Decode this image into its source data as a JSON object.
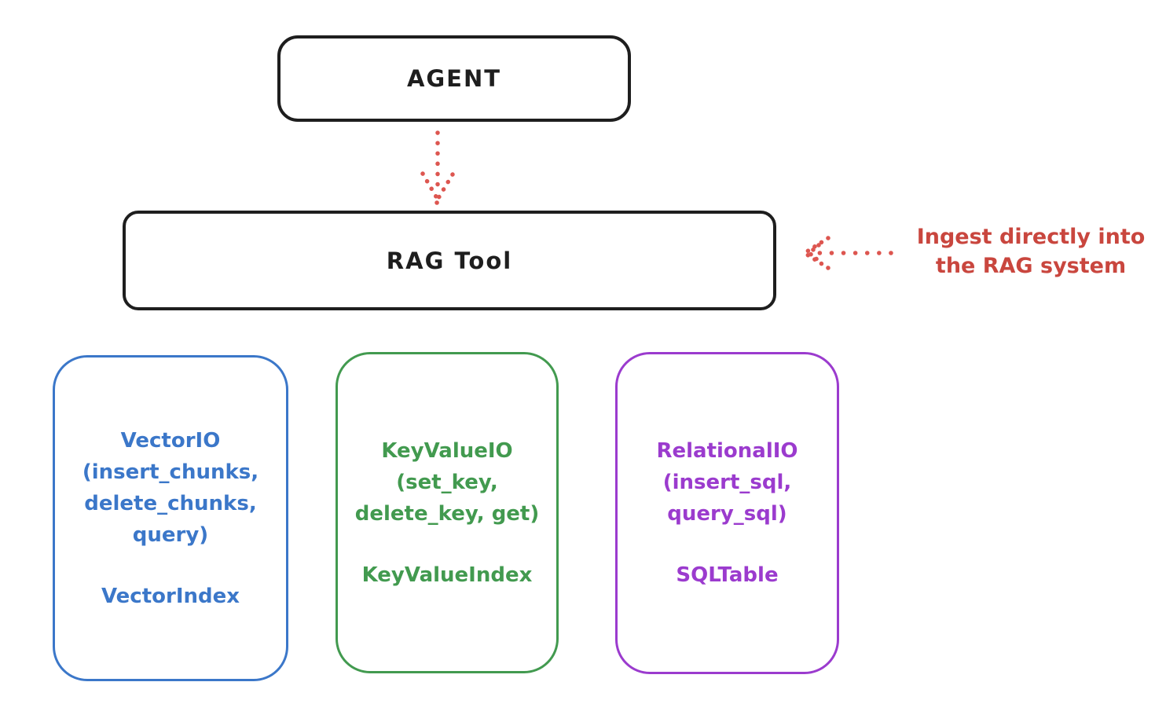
{
  "diagram": {
    "background": "#ffffff",
    "colors": {
      "ink": "#1e1e1e",
      "red": "#c9463e",
      "red_arrow": "#dd5650",
      "blue": "#3b77c9",
      "green": "#429a4f",
      "purple": "#9b3bce"
    },
    "nodes": {
      "agent": {
        "label": "AGENT"
      },
      "rag_tool": {
        "label": "RAG Tool"
      },
      "vector": {
        "title": "VectorIO",
        "methods": [
          "(insert_chunks,",
          "delete_chunks,",
          "query)"
        ],
        "index": "VectorIndex"
      },
      "keyvalue": {
        "title": "KeyValueIO",
        "methods": [
          "(set_key,",
          "delete_key, get)"
        ],
        "index": "KeyValueIndex"
      },
      "relational": {
        "title": "RelationalIO",
        "methods": [
          "(insert_sql,",
          "query_sql)"
        ],
        "index": "SQLTable"
      }
    },
    "annotation": {
      "line1": "Ingest directly into",
      "line2": "the RAG system"
    },
    "arrows": {
      "agent_to_rag": "dotted-down-arrow",
      "ingest_to_rag": "dotted-left-arrow"
    }
  }
}
